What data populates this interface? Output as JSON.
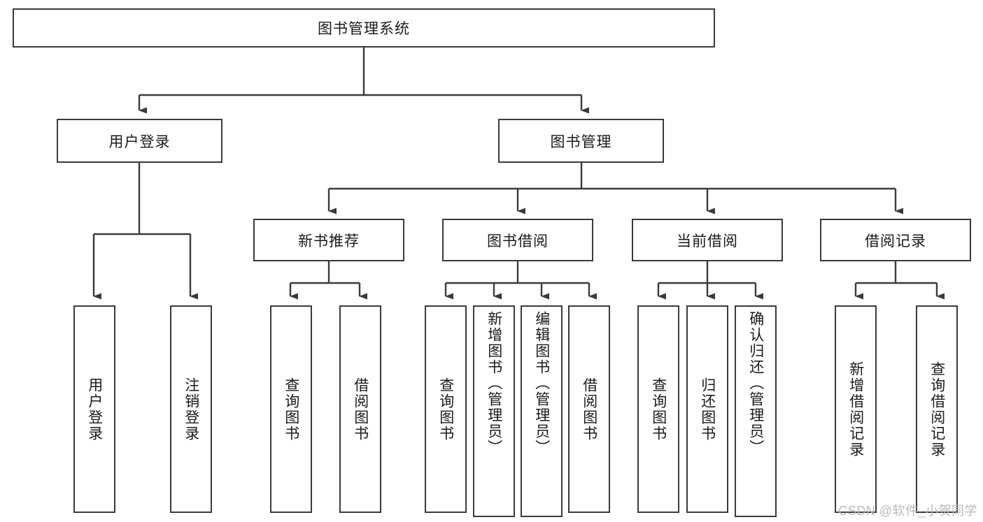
{
  "diagram": {
    "title": "图书管理系统",
    "type": "tree-hierarchy-chart",
    "root": {
      "id": "root",
      "label": "图书管理系统",
      "orientation": "horizontal"
    },
    "level2": [
      {
        "id": "user-login",
        "label": "用户登录",
        "orientation": "horizontal"
      },
      {
        "id": "book-manage",
        "label": "图书管理",
        "orientation": "horizontal"
      }
    ],
    "level3": [
      {
        "id": "new-book-recommend",
        "label": "新书推荐",
        "orientation": "horizontal",
        "parent": "book-manage"
      },
      {
        "id": "book-borrow",
        "label": "图书借阅",
        "orientation": "horizontal",
        "parent": "book-manage"
      },
      {
        "id": "current-borrow",
        "label": "当前借阅",
        "orientation": "horizontal",
        "parent": "book-manage"
      },
      {
        "id": "borrow-record",
        "label": "借阅记录",
        "orientation": "horizontal",
        "parent": "book-manage"
      }
    ],
    "leaves": {
      "user_login_children": [
        {
          "id": "leaf-user-login",
          "label": "用户登录"
        },
        {
          "id": "leaf-user-logout",
          "label": "注销登录"
        }
      ],
      "new_book_children": [
        {
          "id": "leaf-query-book-1",
          "label": "查询图书"
        },
        {
          "id": "leaf-borrow-book-1",
          "label": "借阅图书"
        }
      ],
      "book_borrow_children": [
        {
          "id": "leaf-query-book-2",
          "label": "查询图书"
        },
        {
          "id": "leaf-add-book",
          "label": "新增图书（管理员）"
        },
        {
          "id": "leaf-edit-book",
          "label": "编辑图书（管理员）"
        },
        {
          "id": "leaf-borrow-book-2",
          "label": "借阅图书"
        }
      ],
      "current_borrow_children": [
        {
          "id": "leaf-query-book-3",
          "label": "查询图书"
        },
        {
          "id": "leaf-return-book",
          "label": "归还图书"
        },
        {
          "id": "leaf-confirm-return",
          "label": "确认归还（管理员）"
        }
      ],
      "borrow_record_children": [
        {
          "id": "leaf-add-record",
          "label": "新增借阅记录"
        },
        {
          "id": "leaf-query-record",
          "label": "查询借阅记录"
        }
      ]
    },
    "colors": {
      "stroke": "#3a3a3a",
      "fill": "#ffffff",
      "text": "#1a1a1a",
      "watermark": "#b9b9b9"
    }
  },
  "watermark": {
    "text": "CSDN @软件_小贺同学"
  }
}
